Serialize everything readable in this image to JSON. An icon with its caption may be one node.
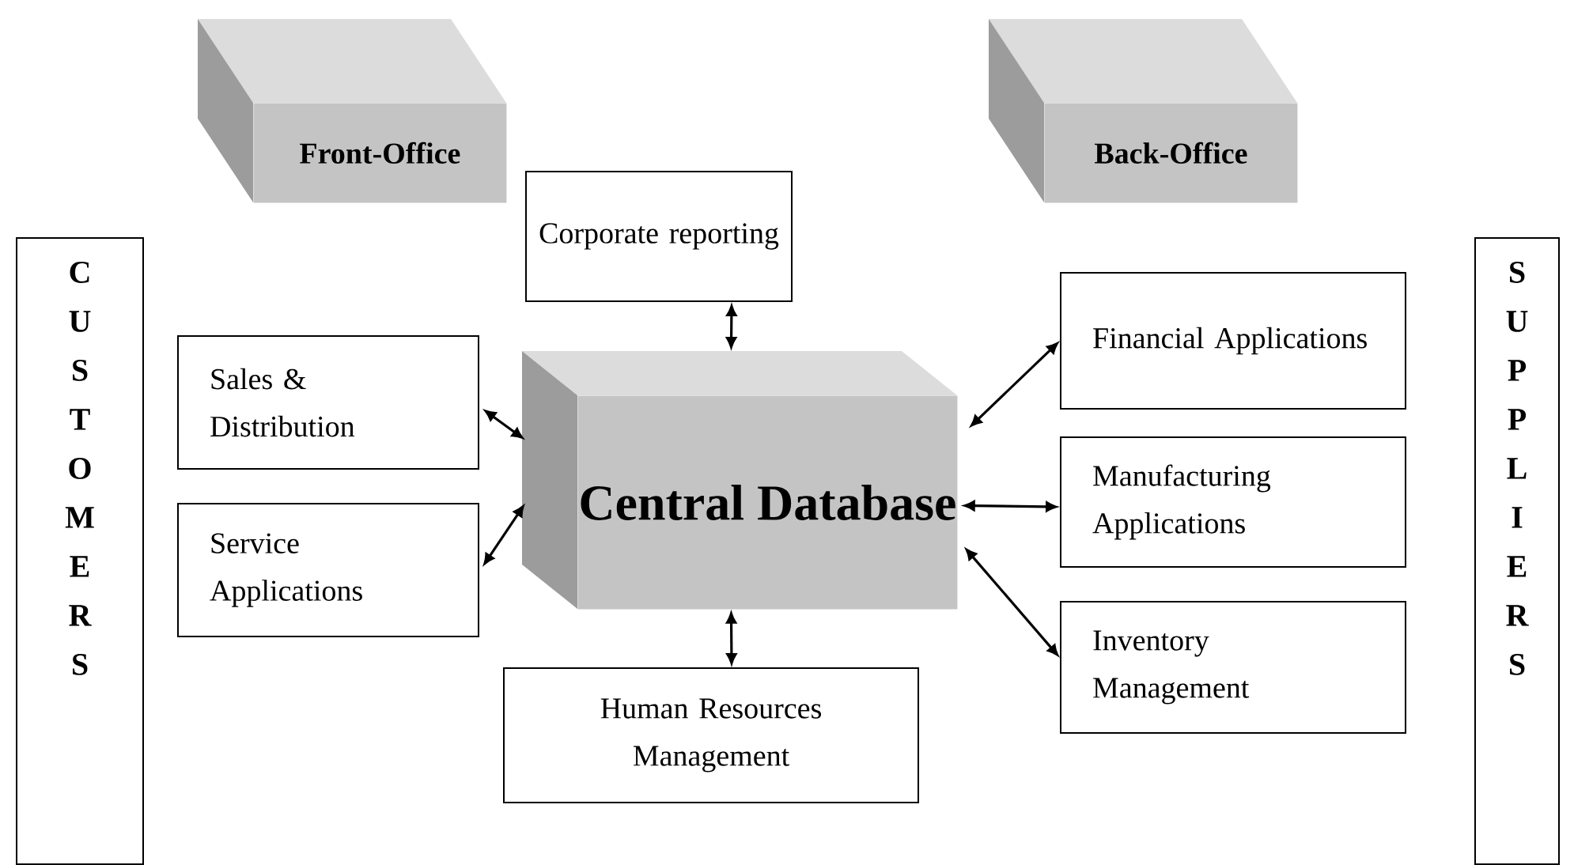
{
  "diagram": {
    "nodes": [
      {
        "text": [
          "Front-Office"
        ]
      },
      {
        "text": [
          "Back-Office"
        ]
      },
      {
        "text": [
          "C U S T O M E R S"
        ]
      },
      {
        "text": [
          "S U P P L I E R S"
        ]
      },
      {
        "text": [
          "Corporate reporting"
        ]
      },
      {
        "text": [
          "Sales & Distribution"
        ]
      },
      {
        "text": [
          "Service Applications"
        ]
      },
      {
        "text": [
          "Central Database"
        ]
      },
      {
        "text": [
          "Financial Applications"
        ]
      },
      {
        "text": [
          "Manufacturing Applications"
        ]
      },
      {
        "text": [
          "Inventory Management"
        ]
      },
      {
        "text": [
          "Human Resources Management"
        ]
      }
    ],
    "edges": [
      {
        "from": 5,
        "to": 7,
        "arrow": "both"
      },
      {
        "from": 6,
        "to": 7,
        "arrow": "both"
      },
      {
        "from": 4,
        "to": 7,
        "arrow": "both"
      },
      {
        "from": 7,
        "to": 11,
        "arrow": "both"
      },
      {
        "from": 7,
        "to": 8,
        "arrow": "both"
      },
      {
        "from": 7,
        "to": 9,
        "arrow": "both"
      },
      {
        "from": 7,
        "to": 10,
        "arrow": "both"
      }
    ]
  }
}
